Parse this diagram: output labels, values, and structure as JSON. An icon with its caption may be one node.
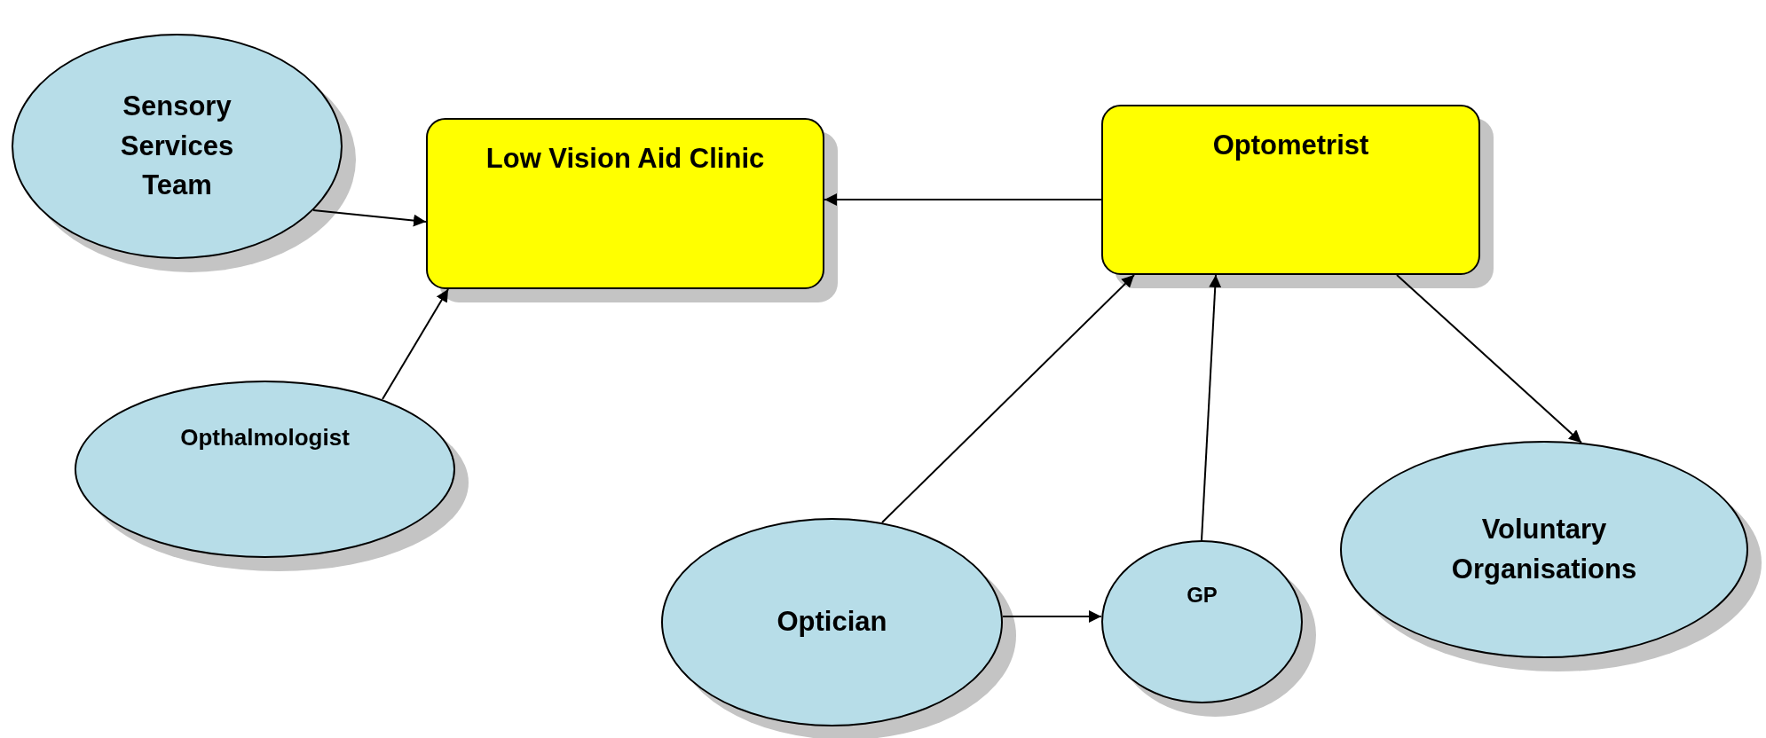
{
  "diagram": {
    "nodes": [
      {
        "text": [
          "Sensory Services Team"
        ]
      },
      {
        "text": [
          "Low Vision Aid Clinic"
        ]
      },
      {
        "text": [
          "Optometrist"
        ]
      },
      {
        "text": [
          "Opthalmologist"
        ]
      },
      {
        "text": [
          "Optician"
        ]
      },
      {
        "text": [
          "GP"
        ]
      },
      {
        "text": [
          "Voluntary Organisations"
        ]
      }
    ],
    "edges": [
      {
        "from": 0,
        "to": 1,
        "arrow": "to"
      },
      {
        "from": 3,
        "to": 1,
        "arrow": "to"
      },
      {
        "from": 2,
        "to": 1,
        "arrow": "to"
      },
      {
        "from": 4,
        "to": 2,
        "arrow": "to"
      },
      {
        "from": 5,
        "to": 2,
        "arrow": "to"
      },
      {
        "from": 2,
        "to": 6,
        "arrow": "to"
      },
      {
        "from": 4,
        "to": 5,
        "arrow": "to"
      }
    ]
  }
}
